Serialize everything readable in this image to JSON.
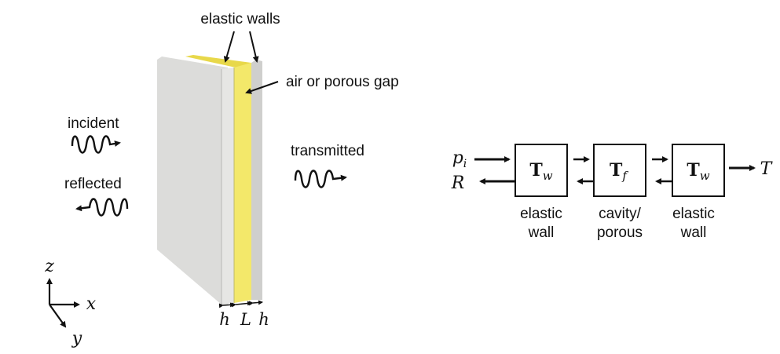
{
  "labels": {
    "elastic_walls": "elastic walls",
    "gap": "air or porous gap",
    "incident": "incident",
    "reflected": "reflected",
    "transmitted": "transmitted"
  },
  "dims": {
    "h1": "h",
    "L": "L",
    "h2": "h"
  },
  "axes": {
    "z": "z",
    "x": "x",
    "y": "y"
  },
  "block": {
    "input_top": "p",
    "input_top_sub": "i",
    "input_bottom": "R",
    "output": "T",
    "boxes": [
      {
        "main": "T",
        "sub": "w",
        "label_line1": "elastic",
        "label_line2": "wall"
      },
      {
        "main": "T",
        "sub": "f",
        "label_line1": "cavity/",
        "label_line2": "porous"
      },
      {
        "main": "T",
        "sub": "w",
        "label_line1": "elastic",
        "label_line2": "wall"
      }
    ]
  },
  "colors": {
    "wall_front": "#dcdcda",
    "wall_side": "#c7c7c5",
    "gap": "#f3e86a",
    "gap_top": "#e8d84a",
    "ink": "#111111"
  }
}
